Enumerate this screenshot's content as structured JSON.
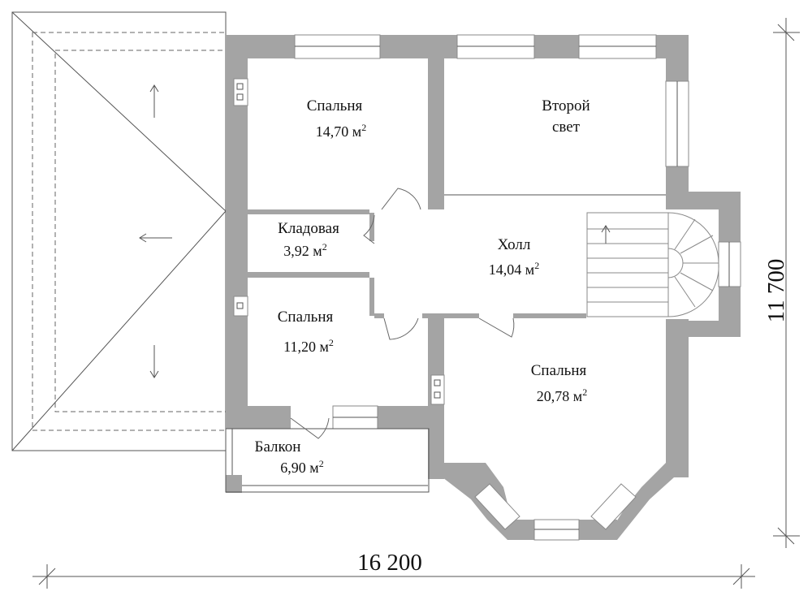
{
  "rooms": [
    {
      "label": "Спальня",
      "area_value": "14,70 м",
      "sup": "2"
    },
    {
      "label_line1": "Второй",
      "label_line2": "свет"
    },
    {
      "label": "Кладовая",
      "area_value": "3,92 м",
      "sup": "2"
    },
    {
      "label": "Холл",
      "area_value": "14,04 м",
      "sup": "2"
    },
    {
      "label": "Спальня",
      "area_value": "11,20 м",
      "sup": "2"
    },
    {
      "label": "Спальня",
      "area_value": "20,78 м",
      "sup": "2"
    },
    {
      "label": "Балкон",
      "area_value": "6,90 м",
      "sup": "2"
    }
  ],
  "dimensions": {
    "width": "16 200",
    "height": "11 700"
  },
  "colors": {
    "wall": "#a4a4a4",
    "line": "#555555",
    "background": "#ffffff"
  }
}
